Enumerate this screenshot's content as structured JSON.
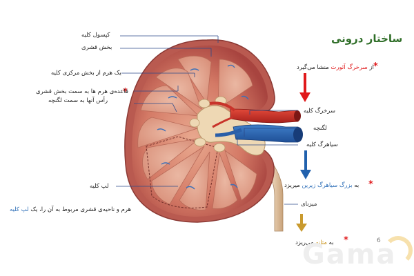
{
  "title": "ساختار درونی",
  "labels": {
    "capsule": "کپسول کلیه",
    "cortex": "بخش قشری",
    "pyramid": "یک هرم از بخش مرکزی کلیه",
    "pyramid_base_1": "قاعده‌ی هرم ها به سمت بخش قشری",
    "pyramid_base_2": "رأس آنها به سمت لگنچه",
    "lobe": "لپ کلیه",
    "lobe_def_prefix": "هرم و ناحیه‌ی قشری مربوط به آن را، یک",
    "lobe_def_term": "لپ کلیه",
    "artery_from_prefix": "از",
    "artery_from_term": "سرخرگ آئورت",
    "artery_from_suffix": "منشا می‌گیرد",
    "renal_artery": "سرخرگ کلیه",
    "pelvis": "لگنچه",
    "renal_vein": "سیاهرگ کلیه",
    "vein_to_prefix": "به",
    "vein_to_term": "بزرگ سیاهرگ زیرین",
    "vein_to_suffix": "میریزد",
    "ureter": "میزنای",
    "bladder_prefix": "به",
    "bladder_term": "مثانه",
    "bladder_suffix": "می‌ریزد"
  },
  "page_number": "6",
  "watermark": "Gama",
  "colors": {
    "title": "#2f6e28",
    "highlight_red": "#e0191b",
    "highlight_blue": "#2e6fb8",
    "highlight_gold": "#c9931c",
    "arrow_red": "#e0191b",
    "arrow_blue": "#2161ad",
    "arrow_gold": "#c99a2e"
  }
}
